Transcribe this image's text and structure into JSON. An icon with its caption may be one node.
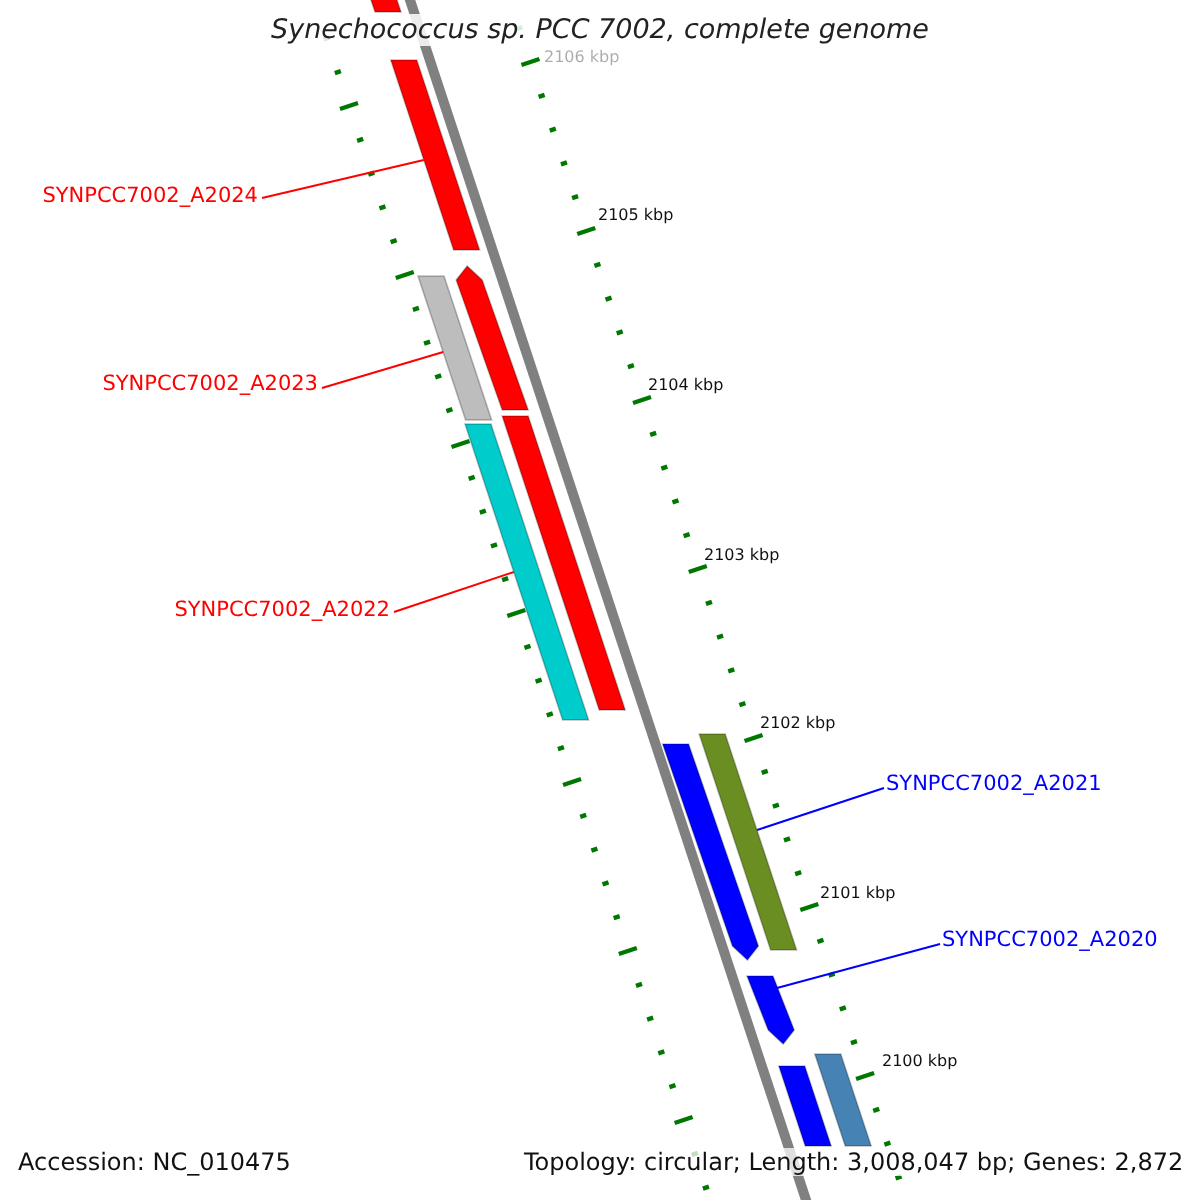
{
  "diagram": {
    "title": "Synechococcus sp. PCC 7002, complete genome",
    "nodes": [
      {
        "text": [
          "SYNPCC7002_A2024"
        ]
      },
      {
        "text": [],
        "shape": "bar"
      },
      {
        "text": [
          "SYNPCC7002_A2023"
        ]
      },
      {
        "text": [],
        "shape": "bar"
      },
      {
        "text": [
          "SYNPCC7002_A2022"
        ]
      },
      {
        "text": [],
        "shape": "bar"
      },
      {
        "text": [
          "SYNPCC7002_A2021"
        ]
      },
      {
        "text": [],
        "shape": "bar"
      },
      {
        "text": [
          "SYNPCC7002_A2020"
        ]
      },
      {
        "text": [],
        "shape": "bar"
      },
      {
        "text": [],
        "shape": "bar"
      },
      {
        "text": [],
        "shape": "bar"
      },
      {
        "text": [],
        "shape": "bar"
      },
      {
        "text": [],
        "shape": "bar"
      },
      {
        "text": [],
        "shape": "bar"
      },
      {
        "text": [],
        "shape": "bar"
      }
    ],
    "edges": [
      {
        "from": 0,
        "to": 1,
        "arrow": "none"
      },
      {
        "from": 2,
        "to": 3,
        "arrow": "none"
      },
      {
        "from": 4,
        "to": 5,
        "arrow": "none"
      },
      {
        "from": 6,
        "to": 7,
        "arrow": "none",
        "color": "#0000ff"
      },
      {
        "from": 8,
        "to": 9,
        "arrow": "none",
        "color": "#0000ff"
      }
    ],
    "labels": [
      "2106 kbp",
      "2105 kbp",
      "2104 kbp",
      "2103 kbp",
      "2102 kbp",
      "2101 kbp",
      "2100 kbp",
      "Accession: NC_010475",
      "Topology: circular; Length: 3,008,047 bp; Genes: 2,872"
    ]
  }
}
